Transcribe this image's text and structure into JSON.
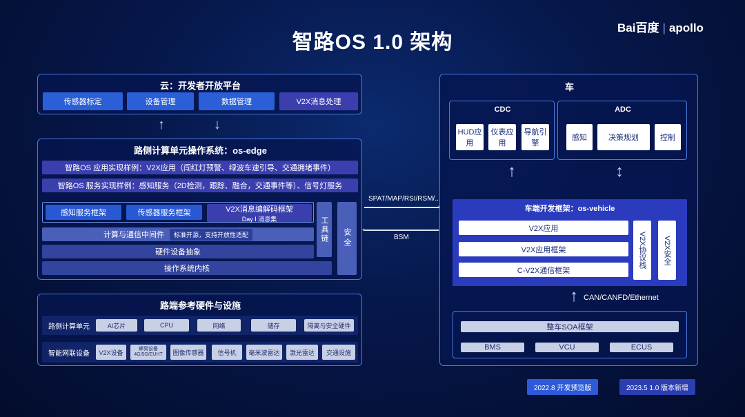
{
  "title": "智路OS 1.0 架构",
  "logo": {
    "baidu": "Bai百度",
    "apollo": "apollo"
  },
  "cloud": {
    "title": "云：开发者开放平台",
    "items": [
      "传感器标定",
      "设备管理",
      "数据管理",
      "V2X消息处理"
    ]
  },
  "edge": {
    "title": "路侧计算单元操作系统：os-edge",
    "app_example": "智路OS 应用实现样例：V2X应用（闯红灯预警、绿波车速引导、交通拥堵事件）",
    "service_example": "智路OS 服务实现样例：感知服务（2D检测，跟踪、融合，交通事件等）、信号灯服务",
    "frameworks": [
      "感知服务框架",
      "传感器服务框架",
      "V2X消息编解码框架"
    ],
    "day1": "Day I 消息集",
    "middleware": "计算与通信中间件",
    "middleware_badge": "标准开源，支持开放性适配",
    "hal": "硬件设备抽象",
    "kernel": "操作系统内核",
    "tools": "工具链",
    "security": "安全"
  },
  "hardware": {
    "title": "路端参考硬件与设施",
    "row1_label": "路侧计算单元",
    "row1": [
      "AI芯片",
      "CPU",
      "网络",
      "储存",
      "隔离与安全硬件"
    ],
    "row2_label": "智能网联设备",
    "row2": [
      "V2X设备",
      "蜂窝设备\n4G/5G/EUHT",
      "图像传感器",
      "信号机",
      "毫米波雷达",
      "激光雷达",
      "交通设施"
    ]
  },
  "comm": {
    "spat": "SPAT/MAP/RSI/RSM/...",
    "bsm": "BSM"
  },
  "vehicle": {
    "title": "车",
    "cdc": {
      "title": "CDC",
      "items": [
        "HUD应用",
        "仪表应用",
        "导航引擎"
      ]
    },
    "adc": {
      "title": "ADC",
      "items": [
        "感知",
        "决策规划",
        "控制"
      ]
    },
    "framework": {
      "title": "车端开发框架：os-vehicle",
      "items": [
        "V2X应用",
        "V2X应用框架",
        "C-V2X通信框架"
      ],
      "protocol": "V2X协议栈",
      "security": "V2X安全"
    },
    "bus_label": "CAN/CANFD/Ethernet",
    "soa": "整车SOA框架",
    "ecus": [
      "BMS",
      "VCU",
      "ECUS"
    ]
  },
  "footer": {
    "left": "2022.8  开发预览版",
    "right": "2023.5 1.0 版本新增"
  },
  "arrows": {
    "up": "↑",
    "down": "↓",
    "updown": "↕",
    "right": "→",
    "left": "←"
  }
}
